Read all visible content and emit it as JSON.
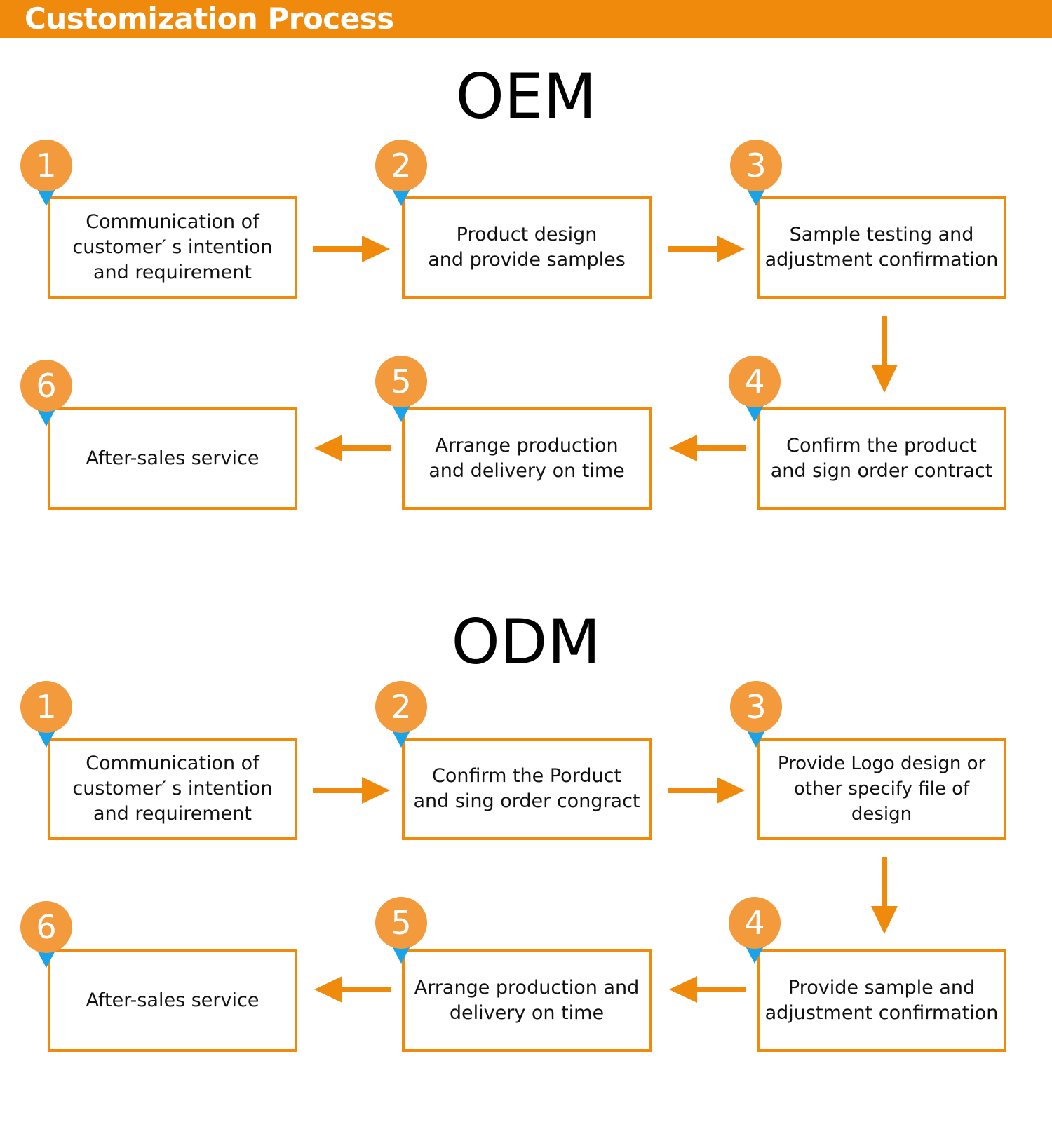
{
  "header": {
    "title": "Customization Process"
  },
  "colors": {
    "accent": "#ef8a0c",
    "badge": "#f39a3c",
    "pin": "#1aa3e8"
  },
  "sections": [
    {
      "title": "OEM",
      "steps": [
        {
          "number": "1",
          "text": "Communication of\ncustomer′ s intention\nand requirement"
        },
        {
          "number": "2",
          "text": "Product design\nand provide samples"
        },
        {
          "number": "3",
          "text": "Sample testing and\nadjustment confirmation"
        },
        {
          "number": "4",
          "text": "Confirm the product\nand sign order contract"
        },
        {
          "number": "5",
          "text": "Arrange production\nand delivery on time"
        },
        {
          "number": "6",
          "text": "After-sales service"
        }
      ]
    },
    {
      "title": "ODM",
      "steps": [
        {
          "number": "1",
          "text": "Communication of\ncustomer′ s intention\nand requirement"
        },
        {
          "number": "2",
          "text": "Confirm the Porduct\nand sing order congract"
        },
        {
          "number": "3",
          "text": "Provide Logo design or\nother specify file of design"
        },
        {
          "number": "4",
          "text": "Provide sample and\nadjustment confirmation"
        },
        {
          "number": "5",
          "text": "Arrange production and\ndelivery on time"
        },
        {
          "number": "6",
          "text": "After-sales service"
        }
      ]
    }
  ]
}
